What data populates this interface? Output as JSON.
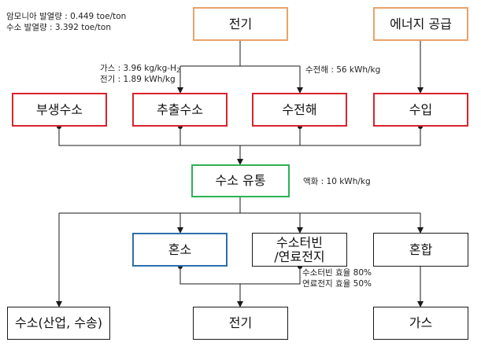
{
  "colors": {
    "orange": "#e8a36b",
    "red": "#d9232e",
    "green": "#2fb05a",
    "blue": "#2d6fad",
    "black": "#1a1a1a"
  },
  "notes": {
    "ammonia_heat": "암모니아 발열량 : 0.449 toe/ton",
    "hydrogen_heat": "수소 발열량 : 3.392 toe/ton",
    "gas_prefix": "가스 : 3.96 kg/kg-H",
    "gas_sub": "2",
    "electric": "전기 : 1.89 kWh/kg",
    "electrolysis": "수전해 : 56 kWh/kg",
    "liquefaction": "액화 : 10 kWh/kg",
    "turbine_eff": "수소터빈 효율 80%",
    "fuelcell_eff": "연료전지 효율 50%"
  },
  "nodes": {
    "electricity_top": "전기",
    "energy_supply": "에너지 공급",
    "byproduct_h2": "부생수소",
    "extracted_h2": "추출수소",
    "electrolysis": "수전해",
    "import": "수입",
    "distribution": "수소 유통",
    "cofiring": "혼소",
    "turbine_line1": "수소터빈",
    "turbine_line2": "/연료전지",
    "blending": "혼합",
    "hydrogen_use": "수소(산업, 수송)",
    "electricity_bottom": "전기",
    "gas": "가스"
  }
}
